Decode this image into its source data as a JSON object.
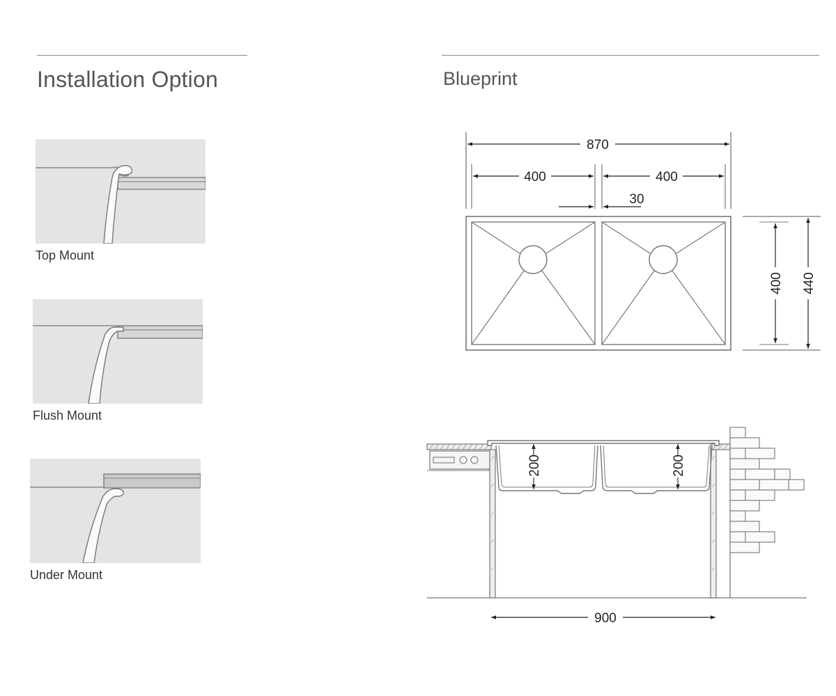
{
  "sections": {
    "installation": {
      "title": "Installation Option"
    },
    "blueprint": {
      "title": "Blueprint"
    }
  },
  "mount_options": [
    {
      "id": "top",
      "label": "Top Mount"
    },
    {
      "id": "flush",
      "label": "Flush Mount"
    },
    {
      "id": "under",
      "label": "Under Mount"
    }
  ],
  "blueprint": {
    "top_view": {
      "overall_width": "870",
      "bowl_left_width": "400",
      "bowl_right_width": "400",
      "divider_width": "30",
      "bowl_depth": "400",
      "overall_depth": "440"
    },
    "side_view": {
      "left_bowl_height": "200",
      "right_bowl_height": "200",
      "cabinet_width": "900"
    }
  }
}
